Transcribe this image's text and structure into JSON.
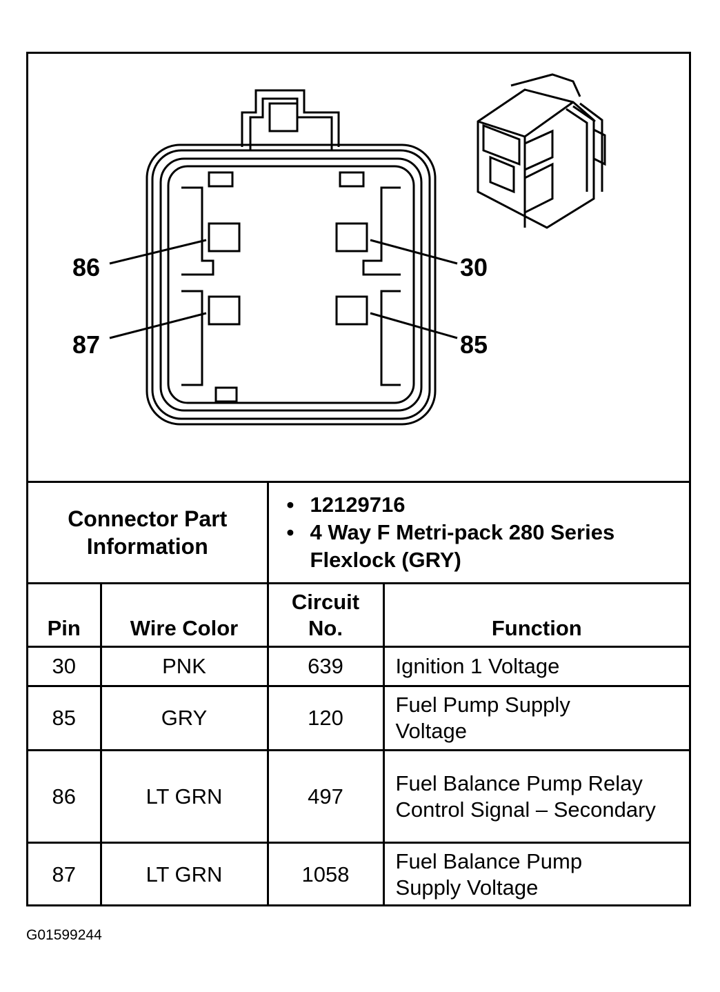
{
  "diagram": {
    "pin_labels": [
      "86",
      "30",
      "87",
      "85"
    ]
  },
  "connector_info": {
    "label_line1": "Connector Part",
    "label_line2": "Information",
    "items": [
      "12129716",
      "4 Way F Metri-pack 280 Series Flexlock (GRY)"
    ]
  },
  "table": {
    "headers": {
      "pin": "Pin",
      "wire_color": "Wire Color",
      "circuit_line1": "Circuit",
      "circuit_line2": "No.",
      "function": "Function"
    },
    "rows": [
      {
        "pin": "30",
        "wire_color": "PNK",
        "circuit": "639",
        "function": "Ignition 1 Voltage"
      },
      {
        "pin": "85",
        "wire_color": "GRY",
        "circuit": "120",
        "function": "Fuel Pump Supply Voltage"
      },
      {
        "pin": "86",
        "wire_color": "LT GRN",
        "circuit": "497",
        "function": "Fuel Balance Pump Relay Control Signal – Secondary"
      },
      {
        "pin": "87",
        "wire_color": "LT GRN",
        "circuit": "1058",
        "function": "Fuel Balance Pump Supply Voltage"
      }
    ]
  },
  "figure_id": "G01599244"
}
